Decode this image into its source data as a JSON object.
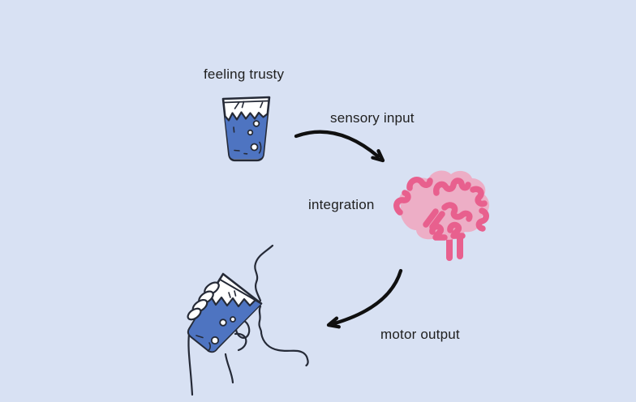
{
  "diagram": {
    "labels": {
      "stimulus": "feeling trusty",
      "sensory": "sensory input",
      "integration": "integration",
      "motor": "motor output"
    },
    "icons": {
      "stimulus": "water-glass-icon",
      "sensory_arrow": "curved-arrow-down-right-icon",
      "processing": "brain-icon",
      "motor_arrow": "curved-arrow-down-left-icon",
      "response": "person-drinking-water-icon"
    }
  },
  "colors": {
    "background": "#d8e1f3",
    "ink": "#252a37",
    "text": "#202020",
    "arrow": "#101010",
    "water": "#4e74c1",
    "glass-white": "#ffffff",
    "brain-light": "#edaec6",
    "brain-dark": "#e8608e"
  }
}
